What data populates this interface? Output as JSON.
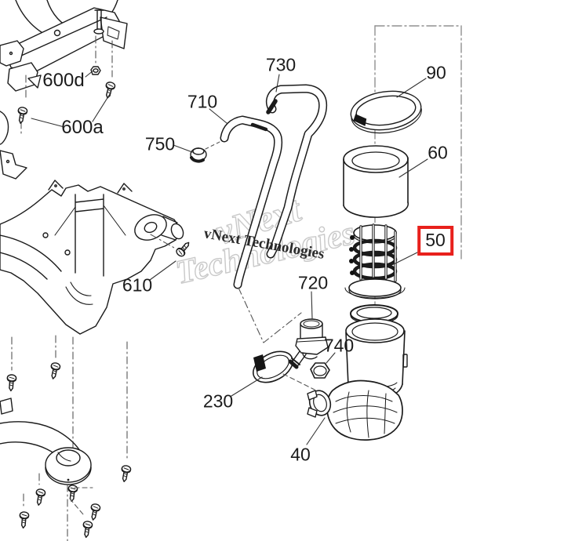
{
  "diagram": {
    "type": "exploded-parts-diagram",
    "highlight_color": "#e8201c",
    "watermark": {
      "large_line1": "vNext",
      "large_line2": "Technologies",
      "small": "vNext Technologies"
    },
    "labels": {
      "p600d": "600d",
      "p600a": "600a",
      "p750": "750",
      "p710": "710",
      "p730": "730",
      "p90": "90",
      "p60": "60",
      "p50": "50",
      "p610": "610",
      "p720": "720",
      "p740": "740",
      "p230": "230",
      "p40": "40"
    }
  }
}
